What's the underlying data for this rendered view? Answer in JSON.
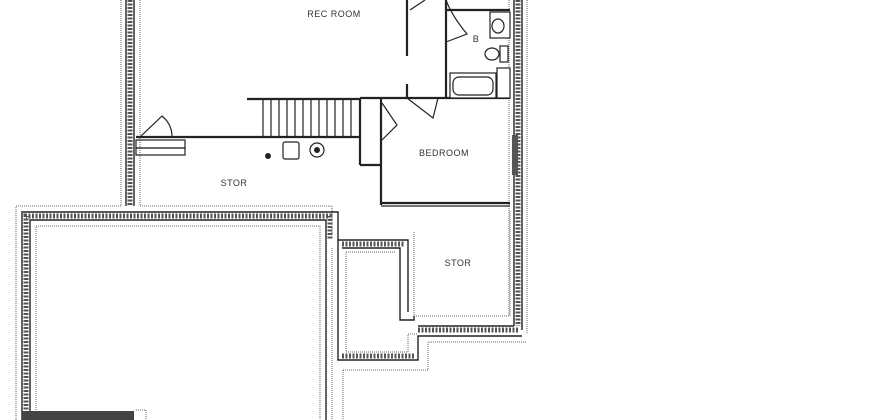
{
  "floor_plan": {
    "rooms": [
      {
        "id": "rec_room",
        "label": "REC ROOM"
      },
      {
        "id": "bath",
        "label": "B"
      },
      {
        "id": "bedroom",
        "label": "BEDROOM"
      },
      {
        "id": "stor_left",
        "label": "STOR"
      },
      {
        "id": "stor_right",
        "label": "STOR"
      }
    ],
    "colors": {
      "background": "#ffffff",
      "lines": "#222222"
    }
  }
}
